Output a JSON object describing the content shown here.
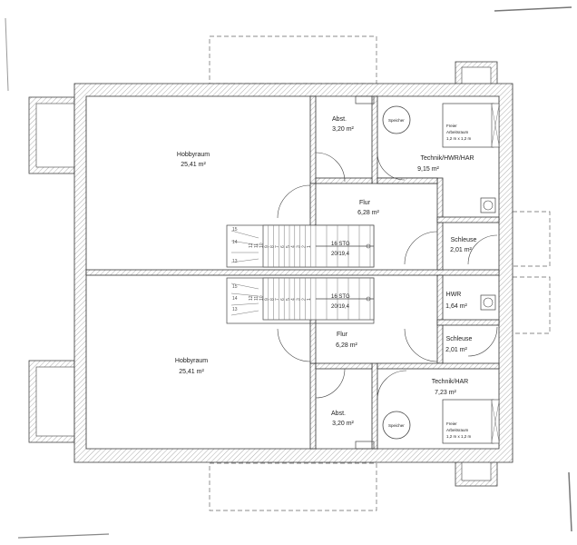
{
  "rooms": {
    "hobby_top": {
      "name": "Hobbyraum",
      "area": "25,41 m²"
    },
    "abst_top": {
      "name": "Abst.",
      "area": "3,20 m²"
    },
    "technik_top": {
      "name": "Technik/HWR/HAR",
      "area": "9,15 m²"
    },
    "flur_top": {
      "name": "Flur",
      "area": "6,28 m²"
    },
    "schleuse_top": {
      "name": "Schleuse",
      "area": "2,01 m²"
    },
    "hobby_bottom": {
      "name": "Hobbyraum",
      "area": "25,41 m²"
    },
    "hwr_bottom": {
      "name": "HWR",
      "area": "1,64 m²"
    },
    "flur_bottom": {
      "name": "Flur",
      "area": "6,28 m²"
    },
    "schleuse_bottom": {
      "name": "Schleuse",
      "area": "2,01 m²"
    },
    "technik_bottom": {
      "name": "Technik/HAR",
      "area": "7,23 m²"
    },
    "abst_bottom": {
      "name": "Abst.",
      "area": "3,20 m²"
    }
  },
  "fixtures": {
    "speicher_top": "Speicher",
    "speicher_bottom": "Speicher",
    "freier_top": [
      "Freier",
      "Arbeitsraum",
      "1,2 m x 1,2 m"
    ],
    "freier_bottom": [
      "Freier",
      "Arbeitsraum",
      "1,2 m x 1,2 m"
    ]
  },
  "stairs": {
    "top": {
      "steps": "16 STG",
      "ratio": "20/19,4",
      "numbers": [
        "15",
        "14",
        "13",
        "12",
        "11",
        "10",
        "9",
        "8",
        "7",
        "6",
        "5",
        "4",
        "3",
        "2",
        "1"
      ]
    },
    "bottom": {
      "steps": "16 STG",
      "ratio": "20/19,4",
      "numbers": [
        "15",
        "14",
        "13",
        "12",
        "11",
        "10",
        "9",
        "8",
        "7",
        "6",
        "5",
        "4",
        "3",
        "2",
        "1"
      ]
    }
  }
}
